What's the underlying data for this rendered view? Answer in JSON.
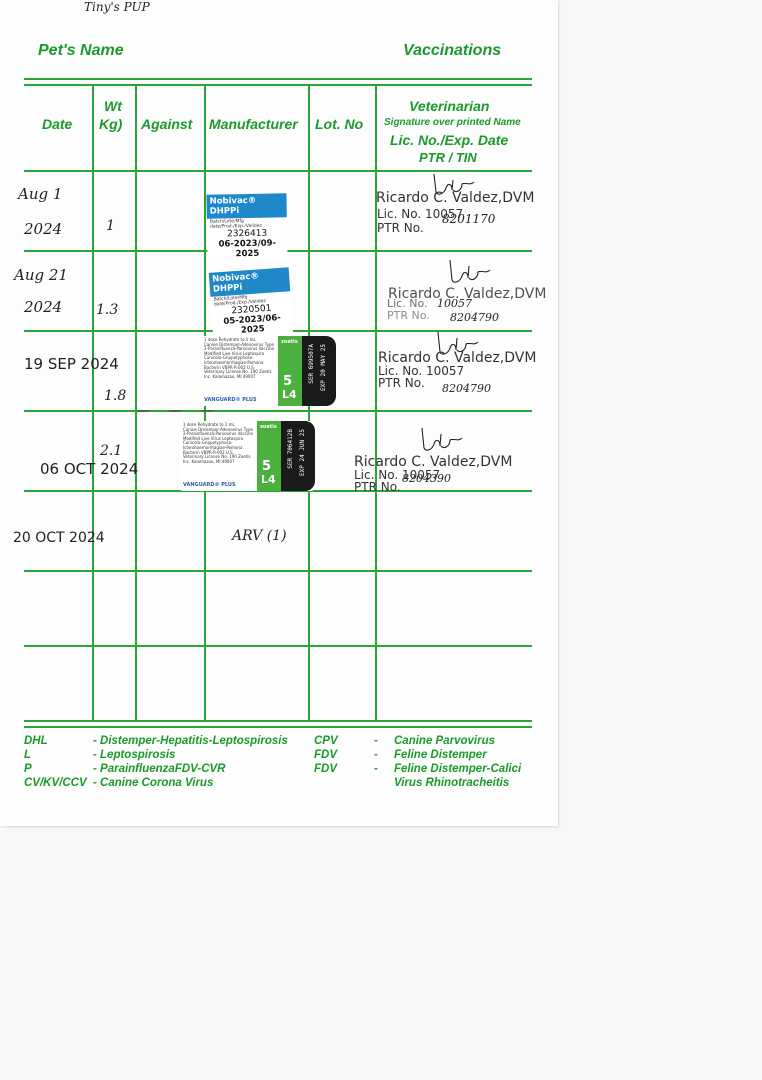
{
  "pet_note": "Tiny's PUP",
  "header": {
    "pets_name": "Pet's Name",
    "vaccinations": "Vaccinations"
  },
  "columns": {
    "date": "Date",
    "wt_top": "Wt",
    "wt_bottom": "Kg)",
    "against": "Against",
    "manufacturer": "Manufacturer",
    "lot": "Lot. No",
    "vet_title": "Veterinarian",
    "vet_sub": "Signature over printed Name",
    "vet_lic": "Lic. No./Exp. Date",
    "vet_ptr": "PTR / TIN"
  },
  "rows": [
    {
      "date_line1": "Aug 1",
      "date_line2": "2024",
      "weight": "1",
      "sticker": {
        "brand": "Nobivac® DHPPi",
        "small": "Batch/Lote/Mfg date/Prod./Exp./Validez",
        "lot": "2326413",
        "expiry": "06-2023/09-2025"
      },
      "vet_name": "Ricardo C. Valdez,DVM",
      "lic": "Lic. No. 10057",
      "ptr": "PTR No.",
      "ptr_hand": "8201170"
    },
    {
      "date_line1": "Aug 21",
      "date_line2": "2024",
      "weight": "1.3",
      "sticker": {
        "brand": "Nobivac® DHPPi",
        "small": "Batch/Lote/Mfg date/Prod./Exp./Validez",
        "lot": "2320501",
        "expiry": "05-2023/06-2025"
      },
      "vet_name": "Ricardo C. Valdez,DVM",
      "lic": "Lic. No.",
      "lic_hand": "10057",
      "ptr": "PTR No.",
      "ptr_hand": "8204790"
    },
    {
      "date_line1": "19 SEP 2024",
      "weight": "1.8",
      "sticker": {
        "dose": "1 dose   Rehydrate to 1 mL",
        "desc": "Canine Distemper-Adenovirus Type 2-Parainfluenza-Parvovirus Vaccine Modified Live Virus Leptospira Canicola-Grippotyphosa-Icterohaemorrhagiae-Pomona Bacterin VBPR-R-002 U.S. Veterinary License No. 190 Zoetis Inc. Kalamazoo, MI 49007",
        "brand": "zoetis",
        "num": "5",
        "code": "L4",
        "lot": "SER 699507A",
        "expiry": "EXP 20 MAY 25",
        "logo": "VANGUARD® PLUS"
      },
      "vet_name": "Ricardo C. Valdez,DVM",
      "lic": "Lic. No. 10057",
      "ptr": "PTR No.",
      "ptr_hand": "8204790"
    },
    {
      "date_line1": "06 OCT 2024",
      "weight": "2.1",
      "sticker": {
        "dose": "1 dose   Rehydrate to 1 mL",
        "desc": "Canine Distemper-Adenovirus Type 2-Parainfluenza-Parvovirus Vaccine Modified Live Virus Leptospira Canicola-Grippotyphosa-Icterohaemorrhagiae-Pomona Bacterin VBPR-R-002 U.S. Veterinary License No. 190 Zoetis Inc. Kalamazoo, MI 49007",
        "brand": "zoetis",
        "num": "5",
        "code": "L4",
        "lot": "SER 706412B",
        "expiry": "EXP 24 JUN 25",
        "logo": "VANGUARD® PLUS"
      },
      "vet_name": "Ricardo C. Valdez,DVM",
      "lic": "Lic. No. 10057",
      "ptr": "PTR No.",
      "ptr_hand": "8204390"
    },
    {
      "date_line1": "20 OCT 2024",
      "manufacturer_hand": "ARV (1)"
    }
  ],
  "legend": {
    "left": [
      {
        "abbr": "DHL",
        "desc": "- Distemper-Hepatitis-Leptospirosis"
      },
      {
        "abbr": "L",
        "desc": "- Leptospirosis"
      },
      {
        "abbr": "P",
        "desc": "- ParainfluenzaFDV-CVR"
      },
      {
        "abbr": "CV/KV/CCV",
        "desc": "- Canine Corona Virus"
      }
    ],
    "right": [
      {
        "abbr": "CPV",
        "dash": "-",
        "desc": "Canine Parvovirus"
      },
      {
        "abbr": "FDV",
        "dash": "-",
        "desc": "Feline Distemper"
      },
      {
        "abbr": "FDV",
        "dash": "-",
        "desc": "Feline Distemper-Calici"
      },
      {
        "abbr": "",
        "dash": "",
        "desc": "Virus Rhinotracheitis"
      }
    ]
  }
}
